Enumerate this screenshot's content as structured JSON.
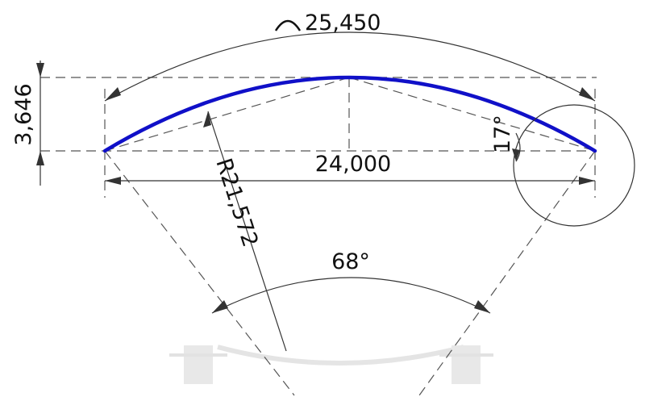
{
  "drawing": {
    "arc_length_label": "25,450",
    "rise_label": "3,646",
    "chord_label": "24,000",
    "radius_label": "R21,572",
    "tangent_angle_label": "17°",
    "central_angle_label": "68°",
    "arc_symbol": "arc-length-symbol-icon"
  },
  "colors": {
    "arc": "#1010c8",
    "lines": "#333333",
    "watermark": "#cfcfcf"
  }
}
